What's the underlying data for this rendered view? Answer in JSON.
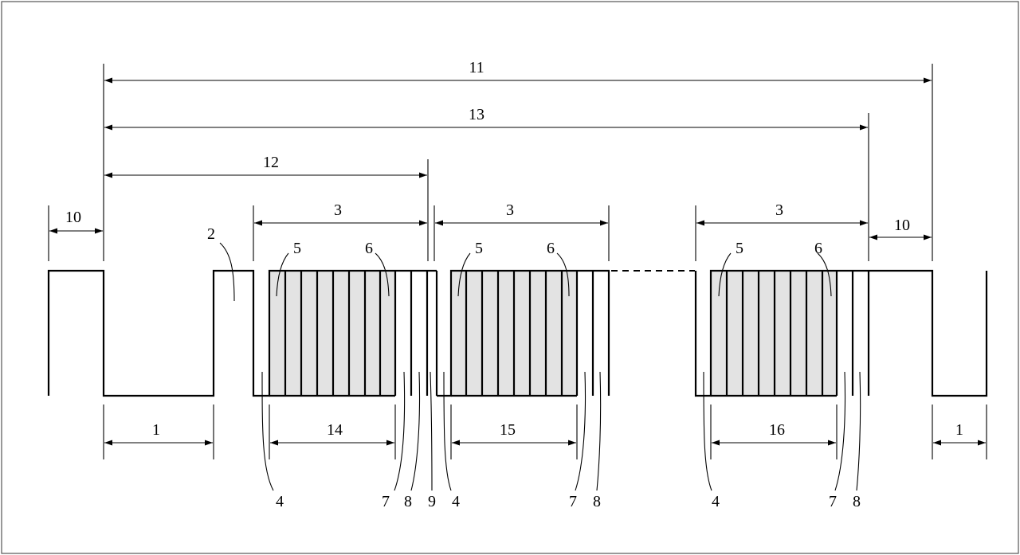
{
  "labels": {
    "dim_11": "11",
    "dim_13": "13",
    "dim_12": "12",
    "dim_10_left": "10",
    "dim_10_right": "10",
    "dim_3_a": "3",
    "dim_3_b": "3",
    "dim_3_c": "3",
    "dim_1_left": "1",
    "dim_1_right": "1",
    "dim_14": "14",
    "dim_15": "15",
    "dim_16": "16",
    "ref_2": "2",
    "ref_5_a": "5",
    "ref_6_a": "6",
    "ref_5_b": "5",
    "ref_6_b": "6",
    "ref_5_c": "5",
    "ref_6_c": "6",
    "ref_4_a": "4",
    "ref_7_a": "7",
    "ref_8_a": "8",
    "ref_9": "9",
    "ref_4_b": "4",
    "ref_7_b": "7",
    "ref_8_b": "8",
    "ref_4_c": "4",
    "ref_7_c": "7",
    "ref_8_c": "8"
  },
  "colors": {
    "line": "#000000",
    "shaded_region": "#e3e3e3",
    "border": "#555555"
  }
}
